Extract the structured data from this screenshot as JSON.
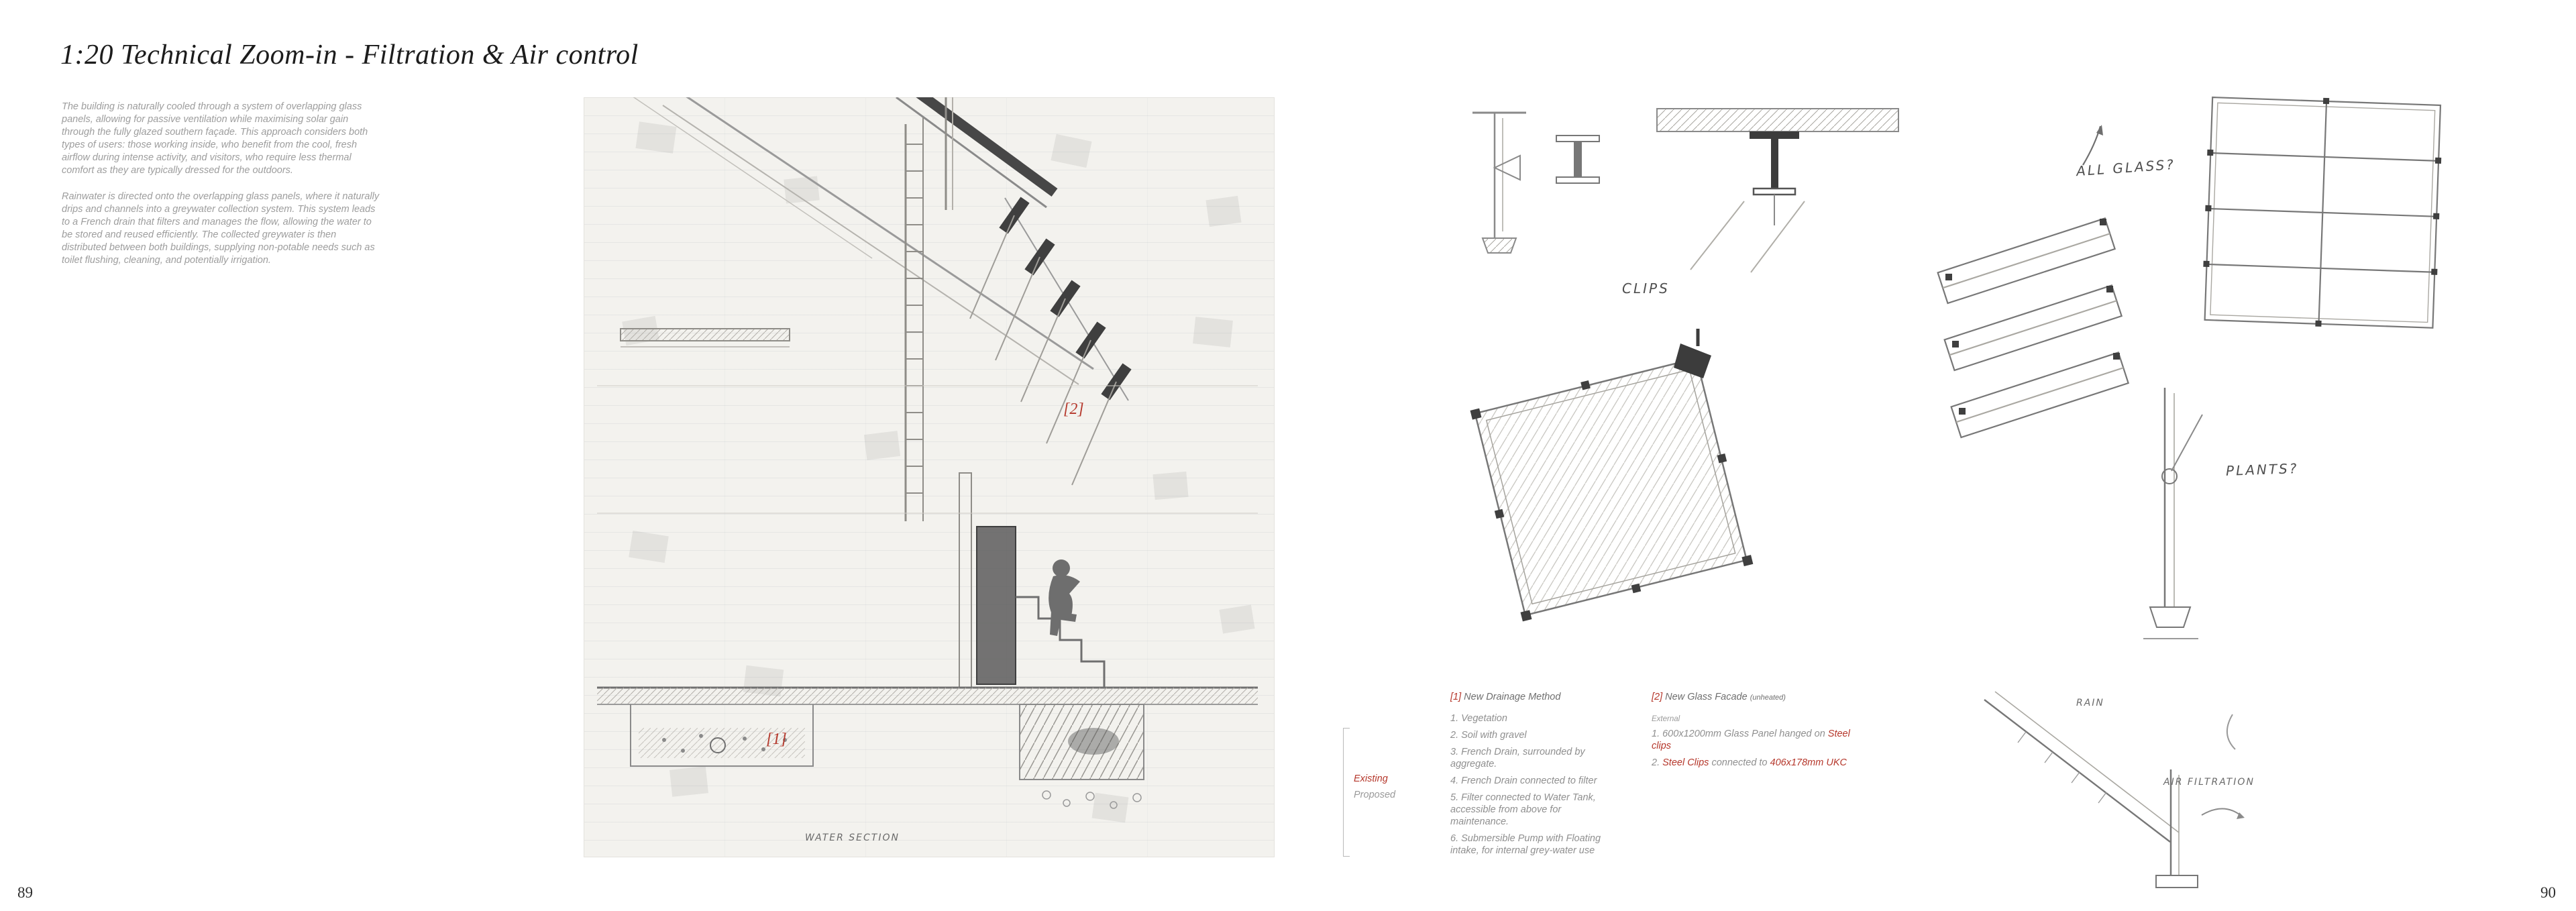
{
  "page": {
    "title": "1:20 Technical Zoom-in - Filtration & Air control",
    "page_left": "89",
    "page_right": "90"
  },
  "intro": {
    "para1": "The building is naturally cooled through a system of overlapping glass panels, allowing for passive ventilation while maximising solar gain through the fully glazed southern façade. This approach considers both types of users: those working inside, who benefit from the cool, fresh airflow during intense activity, and visitors, who require less thermal comfort as they are typically dressed for the outdoors.",
    "para2": "Rainwater is directed onto the overlapping glass panels, where it naturally drips and channels into a greywater collection system. This system leads to a French drain that filters and manages the flow, allowing the water to be stored and reused efficiently. The collected greywater is then distributed between both buildings, supplying non-potable needs such as toilet flushing, cleaning, and potentially irrigation."
  },
  "drawing": {
    "marker1": "[1]",
    "marker2": "[2]",
    "caption": "WATER  SECTION"
  },
  "notes": {
    "clips": "CLIPS",
    "all_glass": "ALL GLASS?",
    "plants": "PLANTS?",
    "rain": "RAIN",
    "air_filtration": "AIR  FILTRATION"
  },
  "legend": {
    "existing": "Existing",
    "proposed": "Proposed",
    "drainage": {
      "marker": "[1]",
      "title": "New Drainage Method",
      "items": [
        "1. Vegetation",
        "2. Soil with gravel",
        "3. French Drain, surrounded by aggregate.",
        "4. French Drain connected to filter",
        "5. Filter connected to Water Tank, accessible from above for maintenance.",
        "6. Submersible Pump with Floating intake, for internal grey-water use"
      ]
    },
    "glass": {
      "marker": "[2]",
      "title": "New Glass Facade",
      "suffix": "(unheated)",
      "subtitle": "External",
      "item1_pre": "1. 600x1200mm Glass Panel hanged on ",
      "item1_red": "Steel clips",
      "item2_pre": "2. ",
      "item2_red1": "Steel Clips",
      "item2_mid": " connected to ",
      "item2_red2": "406x178mm UKC"
    }
  },
  "colors": {
    "accent_red": "#b5372b",
    "pencil_gray": "#8a8a8a"
  }
}
